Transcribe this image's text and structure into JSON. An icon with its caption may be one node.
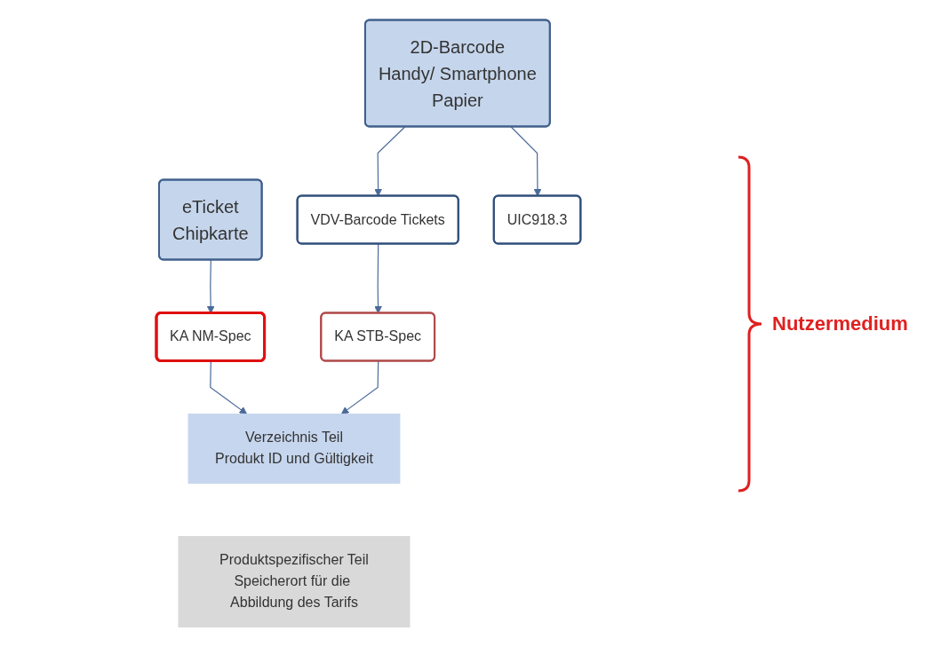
{
  "diagram": {
    "nodes": [
      {
        "text": [
          "eTicket",
          "Chipkarte"
        ]
      },
      {
        "text": [
          "2D-Barcode",
          "Handy/ Smartphone",
          "Papier"
        ]
      },
      {
        "text": [
          "VDV-Barcode Tickets"
        ]
      },
      {
        "text": [
          "UIC918.3"
        ]
      },
      {
        "text": [
          "KA NM-Spec"
        ]
      },
      {
        "text": [
          "KA STB-Spec"
        ]
      },
      {
        "text": [
          "Verzeichnis Teil",
          "Produkt ID und Gültigkeit"
        ]
      },
      {
        "text": [
          "Produktspezifischer Teil",
          "Speicherort für die Abbildung des Tarifs"
        ]
      }
    ],
    "edges": [
      {
        "from": 0,
        "to": 4,
        "arrow": "to"
      },
      {
        "from": 1,
        "to": 2,
        "arrow": "to"
      },
      {
        "from": 1,
        "to": 3,
        "arrow": "to"
      },
      {
        "from": 2,
        "to": 5,
        "arrow": "to"
      },
      {
        "from": 4,
        "to": 6,
        "arrow": "to"
      },
      {
        "from": 5,
        "to": 6,
        "arrow": "to"
      }
    ],
    "labels": [
      "Nutzermedium"
    ]
  }
}
